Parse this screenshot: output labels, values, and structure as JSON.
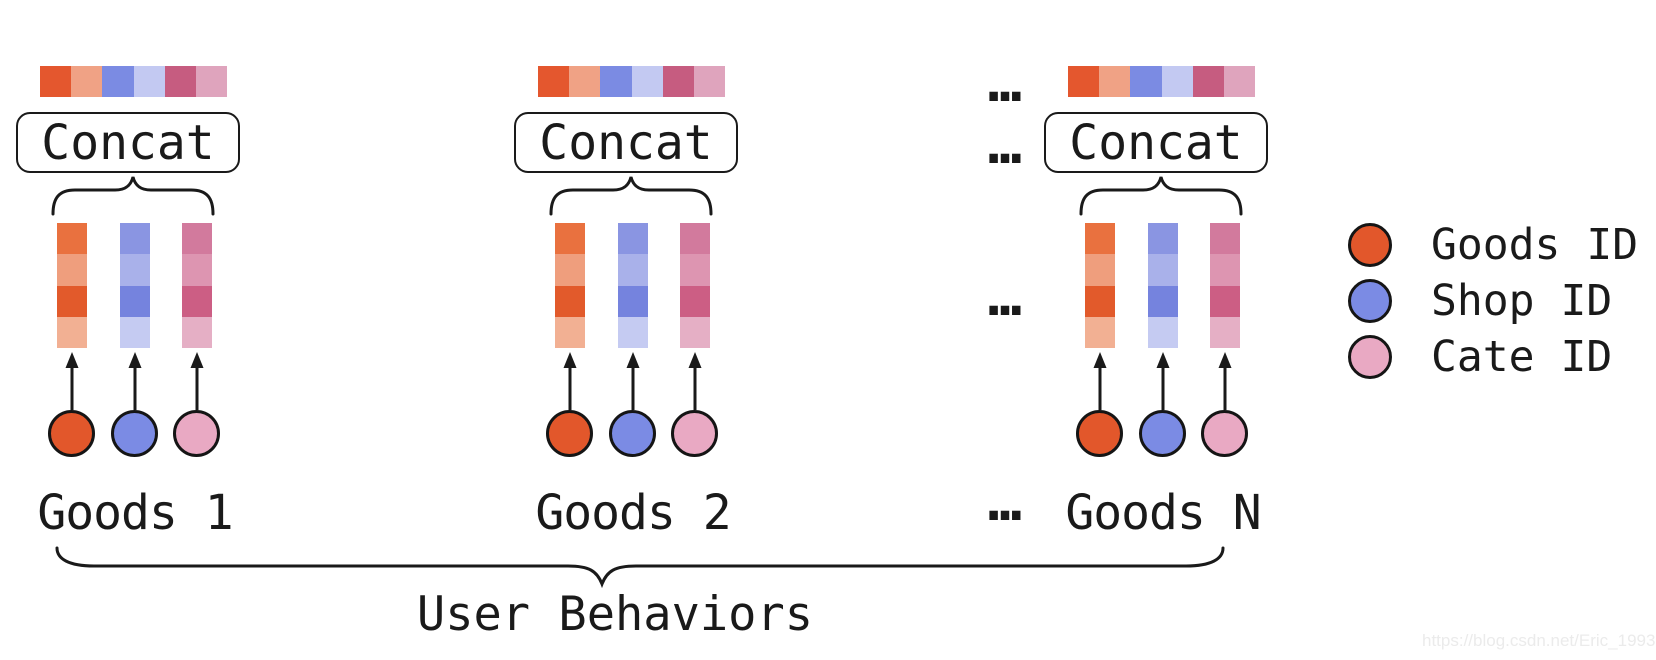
{
  "labels": {
    "concat": "Concat",
    "ellipsis": "...",
    "bottom": "User Behaviors"
  },
  "groups": [
    {
      "label": "Goods 1"
    },
    {
      "label": "Goods 2"
    },
    {
      "label": "Goods N"
    }
  ],
  "legend": [
    {
      "label": "Goods ID",
      "color": "#E2572B"
    },
    {
      "label": "Shop ID",
      "color": "#7B8BE4"
    },
    {
      "label": "Cate ID",
      "color": "#E9A9C3"
    }
  ],
  "colors": {
    "top_bar": [
      "#E4572E",
      "#F0A285",
      "#7B8BE3",
      "#C3C9F2",
      "#C65C80",
      "#DFA4BD"
    ],
    "goods_col": [
      "#E9713F",
      "#EF9E7D",
      "#E25A2B",
      "#F2B093"
    ],
    "shop_col": [
      "#8A95E2",
      "#A9B1EA",
      "#7583DE",
      "#C5CBF2"
    ],
    "cate_col": [
      "#D27A9D",
      "#DD95B1",
      "#CC5E84",
      "#E5AFC5"
    ],
    "goods_circle": "#E2572B",
    "shop_circle": "#7B8BE4",
    "cate_circle": "#E9A9C3",
    "stroke": "#1a1a1a"
  },
  "watermark": "https://blog.csdn.net/Eric_1993"
}
